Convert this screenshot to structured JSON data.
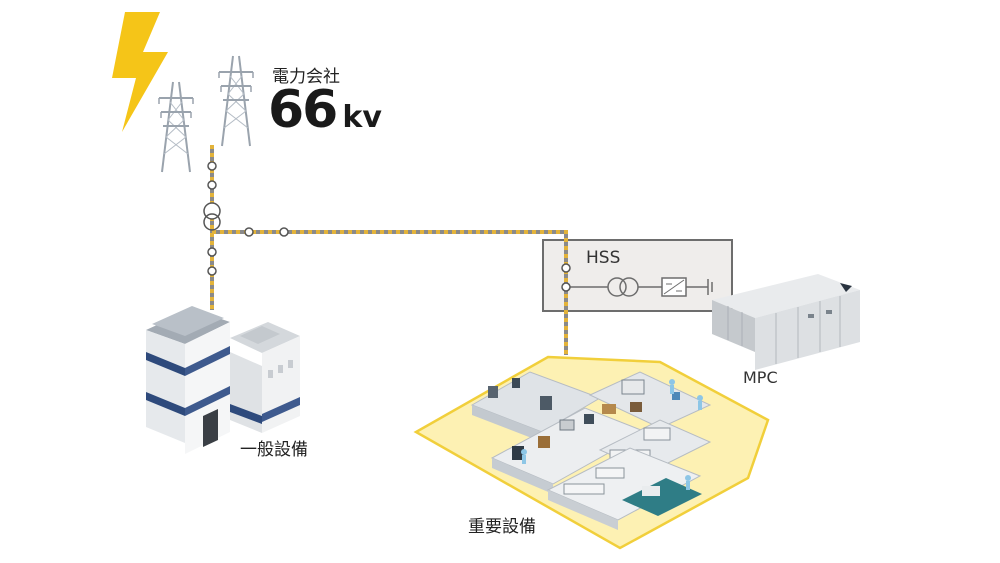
{
  "utility": {
    "title": "電力会社",
    "voltage_value": "66",
    "voltage_unit": "kv"
  },
  "hss": {
    "label": "HSS"
  },
  "mpc": {
    "label": "MPC"
  },
  "general_facility": {
    "label": "一般設備"
  },
  "critical_facility": {
    "label": "重要設備"
  },
  "colors": {
    "lightning": "#f5c518",
    "power_line_dash": "#e3b33a",
    "power_line_base": "#8a8a8a",
    "critical_zone_fill": "#fdf1b3",
    "critical_zone_border": "#f1cf3b",
    "hss_box_fill": "#efedeb",
    "hss_box_border": "#6d6d6d",
    "pylon": "#9aa3ad"
  },
  "icons": {
    "lightning": "lightning-bolt-icon",
    "pylon": "transmission-tower-icon",
    "transformer": "transformer-icon",
    "converter": "converter-icon",
    "ground": "ground-icon",
    "cabinet": "mpc-cabinet-icon",
    "factory": "factory-building-icon",
    "cleanroom": "cleanroom-floor-icon"
  }
}
